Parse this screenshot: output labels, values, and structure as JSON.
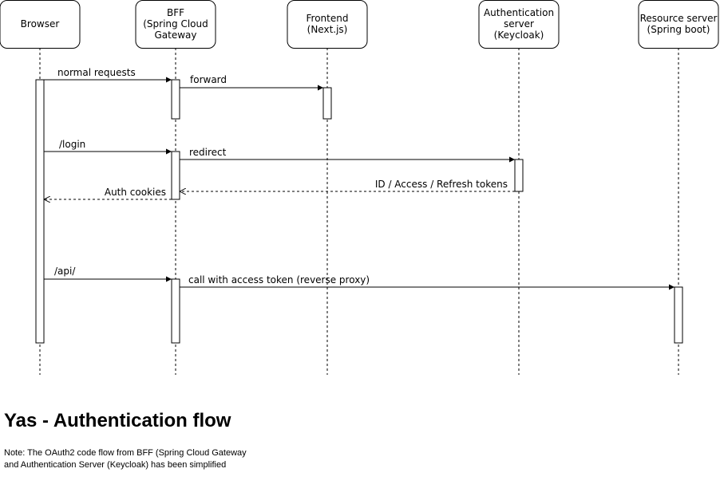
{
  "actors": [
    {
      "id": "browser",
      "lines": [
        "Browser"
      ]
    },
    {
      "id": "bff",
      "lines": [
        "BFF",
        "(Spring Cloud",
        "Gateway"
      ]
    },
    {
      "id": "frontend",
      "lines": [
        "Frontend",
        "(Next.js)"
      ]
    },
    {
      "id": "auth",
      "lines": [
        "Authentication",
        "server",
        "(Keycloak)"
      ]
    },
    {
      "id": "resource",
      "lines": [
        "Resource server",
        "(Spring boot)"
      ]
    }
  ],
  "messages": [
    {
      "id": "normal-requests",
      "from": "browser",
      "to": "bff",
      "label": "normal requests",
      "style": "solid"
    },
    {
      "id": "forward",
      "from": "bff",
      "to": "frontend",
      "label": "forward",
      "style": "solid"
    },
    {
      "id": "login",
      "from": "browser",
      "to": "bff",
      "label": "/login",
      "style": "solid"
    },
    {
      "id": "redirect",
      "from": "bff",
      "to": "auth",
      "label": "redirect",
      "style": "solid"
    },
    {
      "id": "tokens",
      "from": "auth",
      "to": "bff",
      "label": "ID / Access / Refresh tokens",
      "style": "dashed"
    },
    {
      "id": "auth-cookies",
      "from": "bff",
      "to": "browser",
      "label": "Auth cookies",
      "style": "dashed"
    },
    {
      "id": "api",
      "from": "browser",
      "to": "bff",
      "label": "/api/",
      "style": "solid"
    },
    {
      "id": "call-access-token",
      "from": "bff",
      "to": "resource",
      "label": "call with access token (reverse proxy)",
      "style": "solid"
    }
  ],
  "title": "Yas - Authentication flow",
  "note": "Note: The OAuth2 code flow from BFF (Spring Cloud Gateway and Authentication Server (Keycloak) has been simplified"
}
